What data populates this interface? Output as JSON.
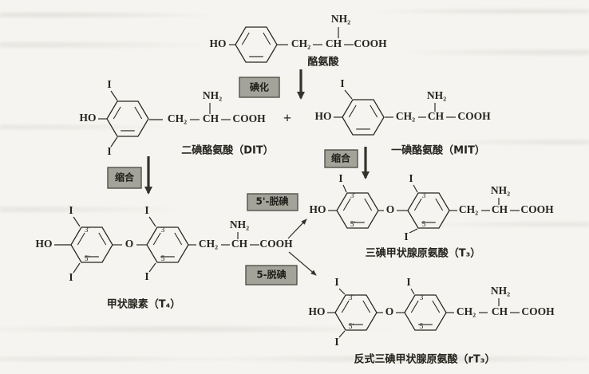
{
  "figure": {
    "description_type": "thyroid-hormone-synthesis-pathway"
  },
  "atoms": {
    "ho": "HO",
    "o": "O",
    "i": "I",
    "ch2": "CH₂",
    "ch": "CH",
    "cooh": "COOH",
    "nh2": "NH₂",
    "plus": "+",
    "pos_3p": "3'",
    "pos_5p": "5'",
    "pos_3": "3",
    "pos_5": "5"
  },
  "compounds": {
    "tyrosine": "酪氨酸",
    "dit": "二碘酪氨酸（DIT）",
    "mit": "一碘酪氨酸（MIT）",
    "t4": "甲状腺素（T₄）",
    "t3": "三碘甲状腺原氨酸（T₃）",
    "rt3": "反式三碘甲状腺原氨酸（rT₃）"
  },
  "reactions": {
    "iodination": "碘化",
    "condensation": "缩合",
    "deiodination_5prime": "5'-脱碘",
    "deiodination_5": "5-脱碘"
  },
  "colors": {
    "ink": "#26261f",
    "box_fill": "#a3a39a",
    "box_border": "#52524a",
    "paper": "#f5f4f0"
  }
}
